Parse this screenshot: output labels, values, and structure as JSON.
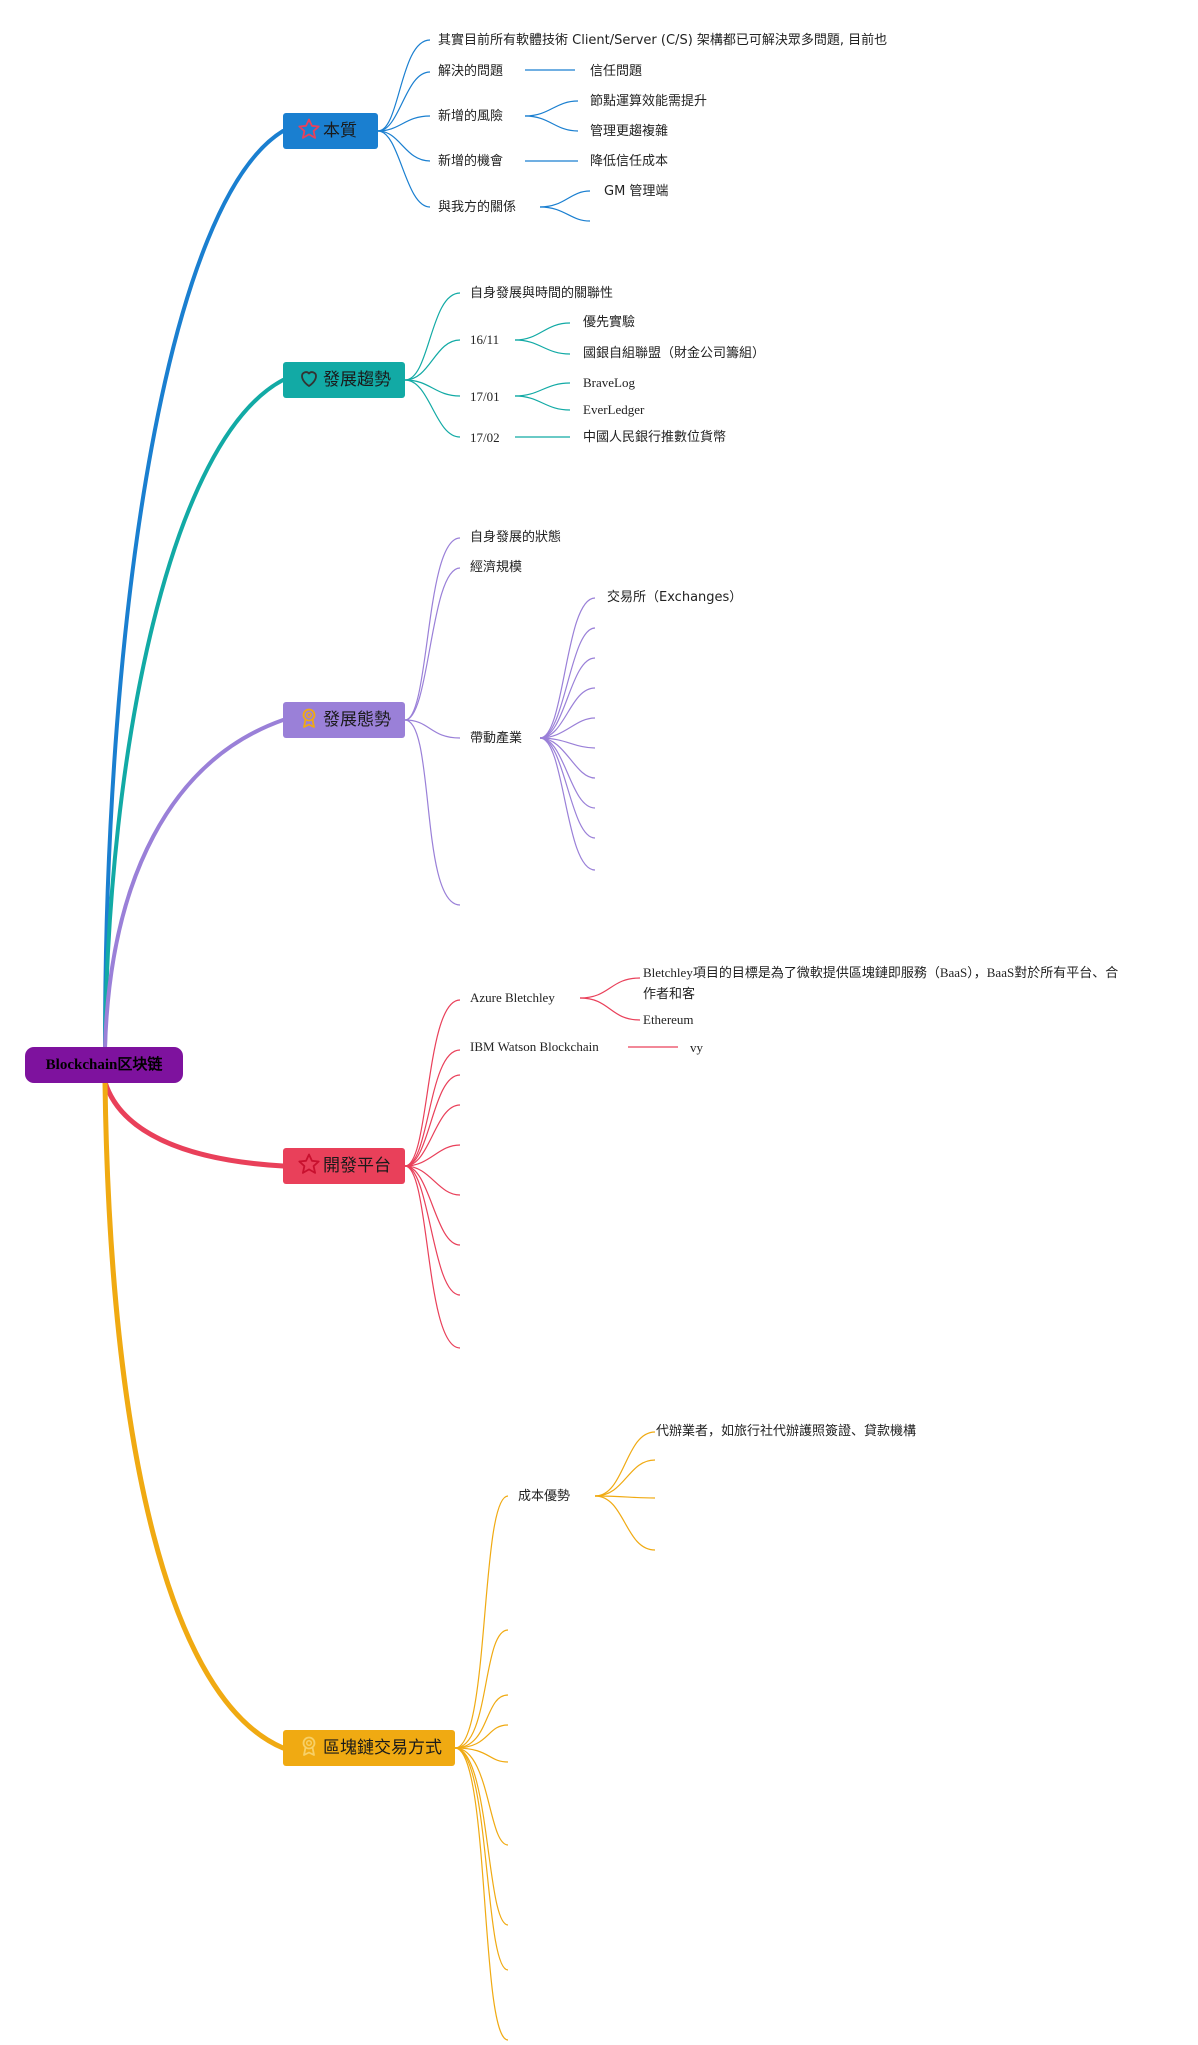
{
  "root": {
    "label": "Blockchain区块链",
    "color": "#7e129e"
  },
  "colors": {
    "b1": "#1a7fd0",
    "b2": "#12aaa5",
    "b3": "#9a80d8",
    "b4": "#e9405a",
    "b5": "#f0aa12"
  },
  "branches": [
    {
      "label": "本質",
      "icon": "star-outline-icon",
      "color": "#1a7fd0",
      "children": [
        {
          "label": "其實目前所有軟體技術 Client/Server (C/S) 架構都已可解決眾多問題, 目前也"
        },
        {
          "label": "解決的問題",
          "children": [
            {
              "label": "信任問題"
            }
          ]
        },
        {
          "label": "新增的風險",
          "children": [
            {
              "label": "節點運算效能需提升"
            },
            {
              "label": "管理更趨複雜"
            }
          ]
        },
        {
          "label": "新增的機會",
          "children": [
            {
              "label": "降低信任成本"
            }
          ]
        },
        {
          "label": "與我方的關係",
          "children": [
            {
              "label": "GM 管理端"
            },
            {
              "label": ""
            }
          ]
        }
      ]
    },
    {
      "label": "發展趨勢",
      "icon": "heart-outline-icon",
      "color": "#12aaa5",
      "children": [
        {
          "label": "自身發展與時間的關聯性"
        },
        {
          "label": "16/11",
          "children": [
            {
              "label": "優先實驗"
            },
            {
              "label": "國銀自組聯盟（財金公司籌組）"
            }
          ]
        },
        {
          "label": "17/01",
          "children": [
            {
              "label": "BraveLog"
            },
            {
              "label": "EverLedger"
            }
          ]
        },
        {
          "label": "17/02",
          "children": [
            {
              "label": "中國人民銀行推數位貨幣"
            }
          ]
        }
      ]
    },
    {
      "label": "發展態勢",
      "icon": "award-ribbon-icon",
      "color": "#9a80d8",
      "children": [
        {
          "label": "自身發展的狀態"
        },
        {
          "label": "經濟規模"
        },
        {
          "label": "帶動產業",
          "children": [
            {
              "label": "交易所（Exchanges）"
            }
          ]
        }
      ]
    },
    {
      "label": "開發平台",
      "icon": "star-red-icon",
      "color": "#e9405a",
      "children": [
        {
          "label": "Azure Bletchley",
          "children": [
            {
              "label": "Bletchley項目的目標是為了微軟提供區塊鏈即服務（BaaS），BaaS對於所有平台、合作者和客"
            },
            {
              "label": "Ethereum"
            }
          ]
        },
        {
          "label": "IBM Watson Blockchain",
          "children": [
            {
              "label": "vy"
            }
          ]
        }
      ]
    },
    {
      "label": "區塊鏈交易方式",
      "icon": "award-ribbon-icon",
      "color": "#f0aa12",
      "children": [
        {
          "label": "成本優勢",
          "children": [
            {
              "label": "代辦業者，如旅行社代辦護照簽證、貸款機構"
            }
          ]
        }
      ]
    }
  ]
}
